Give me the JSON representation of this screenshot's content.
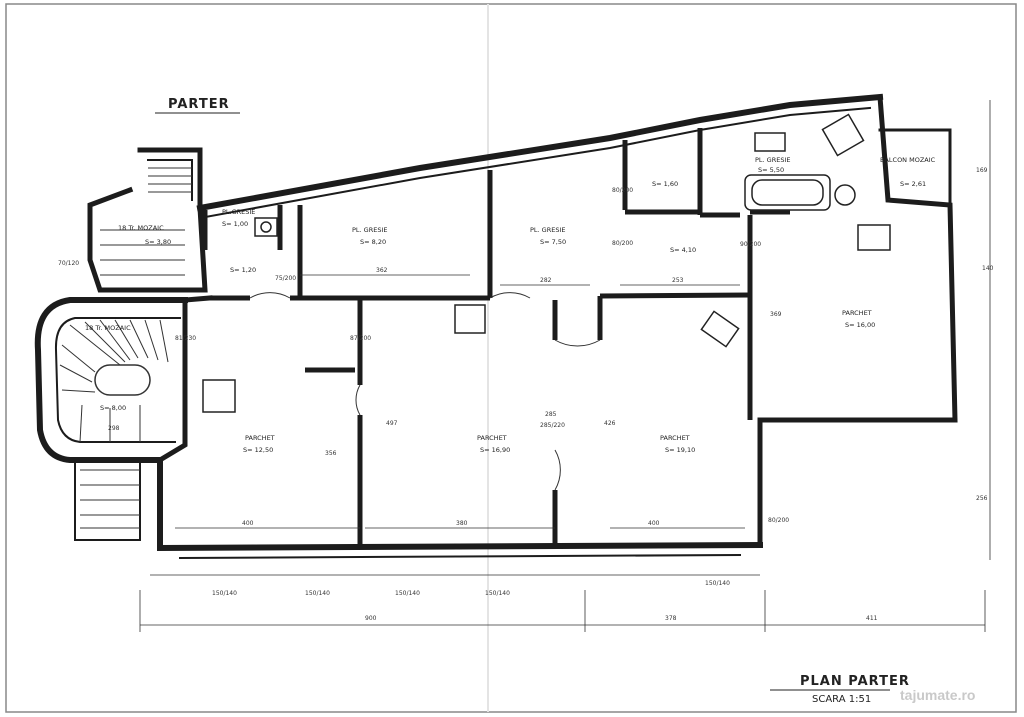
{
  "header": {
    "title": "PARTER"
  },
  "footer": {
    "plan_title": "PLAN PARTER",
    "scale": "SCARA 1:51"
  },
  "watermark": {
    "text": "tajumate",
    "suffix": ".ro"
  },
  "colors": {
    "wall": "#1c1c1c",
    "line": "#333333",
    "paper": "#ffffff",
    "watermark": "#c9c9c9"
  },
  "rooms": [
    {
      "id": "stair-upper",
      "name": "18 Tr. MOZAIC",
      "area": "S= 3,80"
    },
    {
      "id": "wc-small",
      "name": "PL.GRESIE",
      "area": "S= 1,00"
    },
    {
      "id": "hall-left",
      "name": "",
      "area": "S= 1,20"
    },
    {
      "id": "kitchen",
      "name": "PL. GRESIE",
      "area": "S= 8,20"
    },
    {
      "id": "corridor",
      "name": "PL. GRESIE",
      "area": "S= 7,50"
    },
    {
      "id": "storage",
      "name": "",
      "area": "S= 1,60"
    },
    {
      "id": "bath",
      "name": "PL. GRESIE",
      "area": "S= 5,50"
    },
    {
      "id": "hall-right",
      "name": "",
      "area": "S= 4,10"
    },
    {
      "id": "balcony",
      "name": "BALCON MOZAIC",
      "area": "S= 2,61"
    },
    {
      "id": "stair-lower",
      "name": "18 Tr. MOZAIC",
      "area": "S= 8,00"
    },
    {
      "id": "room-1",
      "name": "PARCHET",
      "area": "S= 12,50"
    },
    {
      "id": "room-2",
      "name": "PARCHET",
      "area": "S= 16,90"
    },
    {
      "id": "room-3",
      "name": "PARCHET",
      "area": "S= 19,10"
    },
    {
      "id": "room-4",
      "name": "PARCHET",
      "area": "S= 16,00"
    }
  ],
  "dimensions": {
    "bottom_totals": [
      "900",
      "378",
      "411"
    ],
    "room_widths": [
      "400",
      "380",
      "400"
    ],
    "inner": [
      "362",
      "282",
      "253",
      "298",
      "285",
      "256",
      "369",
      "356",
      "497",
      "426",
      "140",
      "169"
    ],
    "openings": [
      "150/140",
      "150/140",
      "150/140",
      "150/140",
      "150/140",
      "80/200",
      "80/200",
      "80/200",
      "75/200",
      "90/200",
      "285/220",
      "81/230",
      "87/200",
      "70/120"
    ]
  }
}
